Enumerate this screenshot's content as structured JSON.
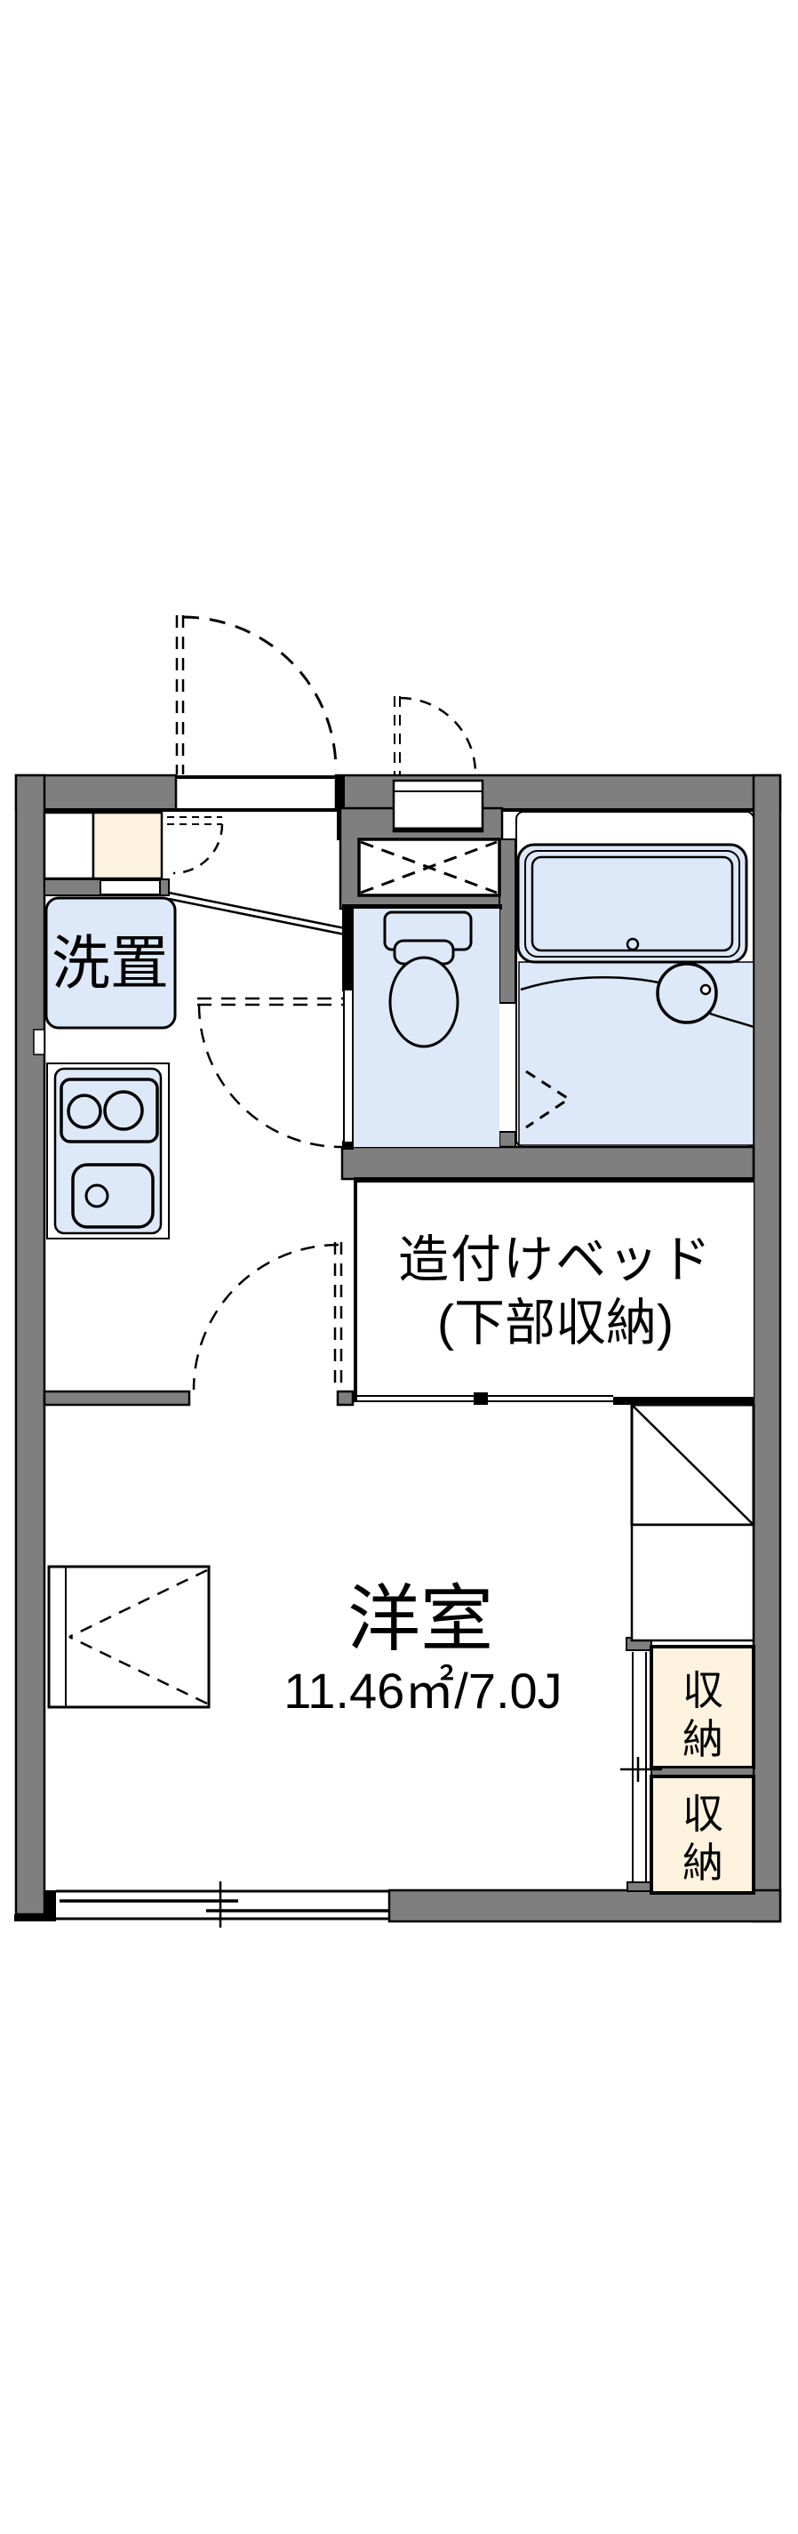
{
  "document_type": "apartment-floor-plan",
  "colors": {
    "bg": "#ffffff",
    "paper": "#ffffff",
    "line": "#000000",
    "wall": "#7f7f7f",
    "blue": "#dde9f8",
    "cream": "#fdf3df"
  },
  "labels": {
    "washer": "洗置",
    "bed_line1": "造付けベッド",
    "bed_line2": "(下部収納)",
    "living_name": "洋室",
    "living_area": "11.46㎡/7.0J",
    "storage1_chars": [
      "収",
      "納"
    ],
    "storage2_chars": [
      "収",
      "納"
    ]
  }
}
